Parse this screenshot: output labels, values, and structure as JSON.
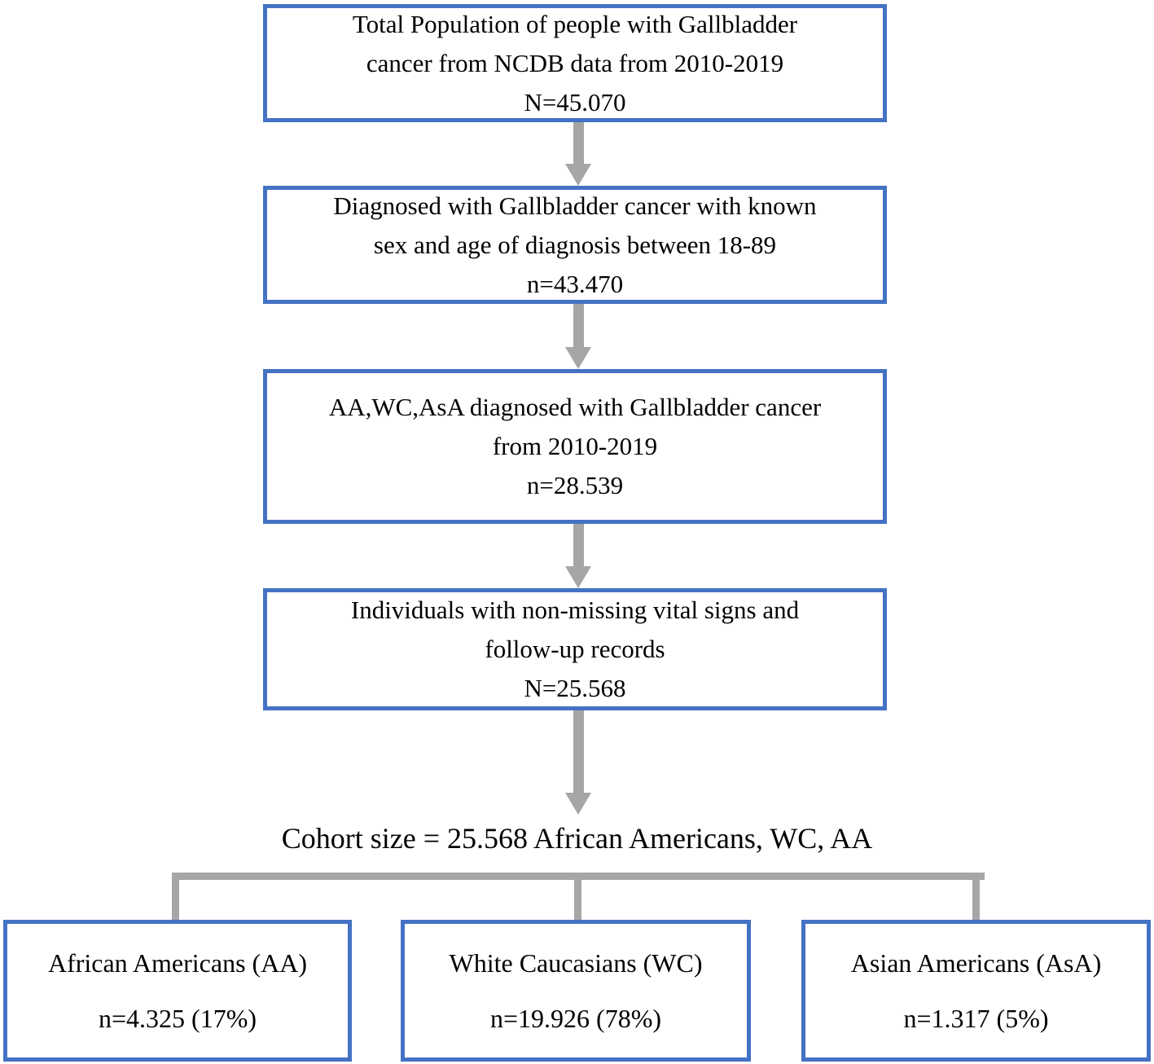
{
  "colors": {
    "box_border": "#4472C4",
    "connector_gray": "#A6A6A6",
    "text": "#000000",
    "background": "#ffffff"
  },
  "flow": {
    "steps": [
      {
        "name": "total-population",
        "text": "Total Population of people with Gallbladder\ncancer from NCDB data from 2010-2019\nN=45.070"
      },
      {
        "name": "diagnosed-known-sex-age",
        "text": "Diagnosed with Gallbladder cancer with known\nsex and age of diagnosis between 18-89\nn=43.470"
      },
      {
        "name": "race-groups-diagnosed",
        "text": "AA,WC,AsA diagnosed with Gallbladder cancer\nfrom 2010-2019\nn=28.539"
      },
      {
        "name": "non-missing-vitals",
        "text": "Individuals with non-missing vital signs and\nfollow-up records\nN=25.568"
      }
    ],
    "cohort_label": "Cohort size = 25.568 African Americans, WC, AA",
    "groups": [
      {
        "name": "african-americans",
        "title": "African Americans (AA)",
        "count": "n=4.325 (17%)"
      },
      {
        "name": "white-caucasians",
        "title": "White Caucasians (WC)",
        "count": "n=19.926 (78%)"
      },
      {
        "name": "asian-americans",
        "title": "Asian Americans (AsA)",
        "count": "n=1.317 (5%)"
      }
    ]
  }
}
